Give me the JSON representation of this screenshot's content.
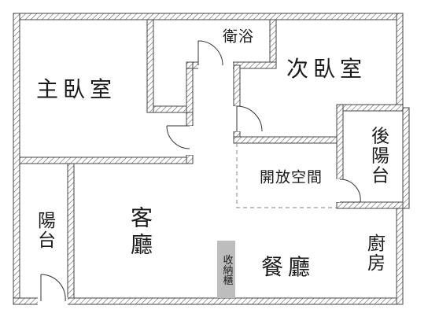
{
  "rooms": {
    "master_bedroom": "主臥室",
    "bathroom": "衛浴",
    "second_bedroom": "次臥室",
    "rear_balcony": "後陽台",
    "open_space": "開放空間",
    "balcony": "陽台",
    "living_room": "客廳",
    "dining_room": "餐廳",
    "kitchen": "廚房",
    "storage_cabinet": "收納櫃"
  },
  "colors": {
    "wall_hatch": "#555555",
    "wall_bg": "#ffffff",
    "dashed_partition": "#999999",
    "storage_fill": "#bdbdbd",
    "door": "#333333",
    "text": "#1a1a1a"
  }
}
